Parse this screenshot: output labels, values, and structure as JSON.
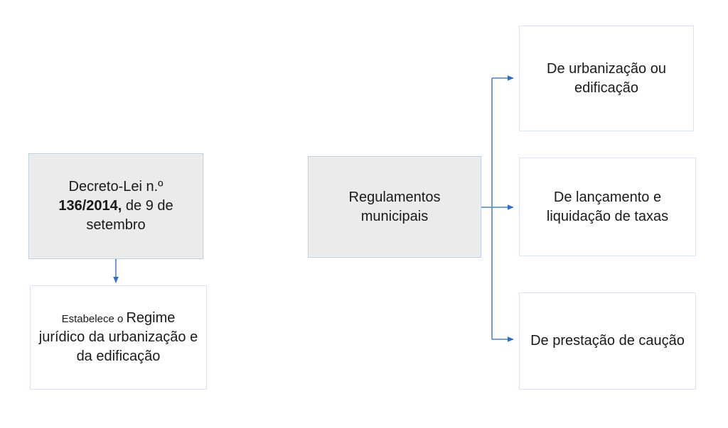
{
  "diagram": {
    "title": "Regime juridico da urbanizacao e edificacao - regulamentos municipais",
    "colors": {
      "node_fill_grey": "#ebebeb",
      "node_fill_white": "#ffffff",
      "node_border_blue": "#dbe5f1",
      "node_border_grey_blue": "#b9cde2",
      "connector_blue": "#4a86c8",
      "arrowhead_blue": "#2e6fc4",
      "text": "#1a1a1a",
      "background": "#ffffff"
    },
    "nodes": {
      "decreto": {
        "line1": "Decreto-Lei n.º",
        "line2_bold": "136/2014,",
        "line2_rest": " de 9 de",
        "line3": "setembro",
        "style": "grey"
      },
      "regime": {
        "lead": "Estabelece o ",
        "body": "Regime jurídico da urbanização e da edificação",
        "style": "white"
      },
      "regulamentos": {
        "label": "Regulamentos municipais",
        "style": "grey"
      },
      "urbanizacao": {
        "label": "De urbanização ou edificação",
        "style": "white"
      },
      "lancamento": {
        "label": "De lançamento e liquidação de taxas",
        "style": "white"
      },
      "caucao": {
        "label": "De prestação de caução",
        "style": "white"
      }
    },
    "connectors": [
      {
        "name": "decreto-to-regime",
        "from": "decreto",
        "to": "regime",
        "direction": "down"
      },
      {
        "name": "regulamentos-to-urbanizacao",
        "from": "regulamentos",
        "to": "urbanizacao",
        "direction": "right"
      },
      {
        "name": "regulamentos-to-lancamento",
        "from": "regulamentos",
        "to": "lancamento",
        "direction": "right"
      },
      {
        "name": "regulamentos-to-caucao",
        "from": "regulamentos",
        "to": "caucao",
        "direction": "right"
      }
    ]
  }
}
